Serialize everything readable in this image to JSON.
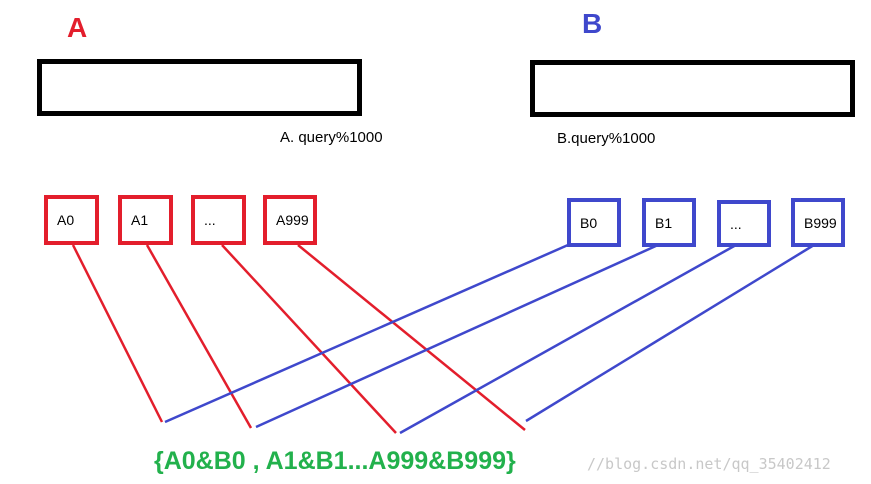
{
  "groups": {
    "a": {
      "label": "A",
      "color": "#e31e2c",
      "caption": "A. query%1000"
    },
    "b": {
      "label": "B",
      "color": "#3f48cc",
      "caption": "B.query%1000"
    }
  },
  "buckets_a": [
    "A0",
    "A1",
    "...",
    "A999"
  ],
  "buckets_b": [
    "B0",
    "B1",
    "...",
    "B999"
  ],
  "result": "{A0&B0 , A1&B1...A999&B999}",
  "result_color": "#22b14c",
  "watermark": "//blog.csdn.net/qq_35402412"
}
